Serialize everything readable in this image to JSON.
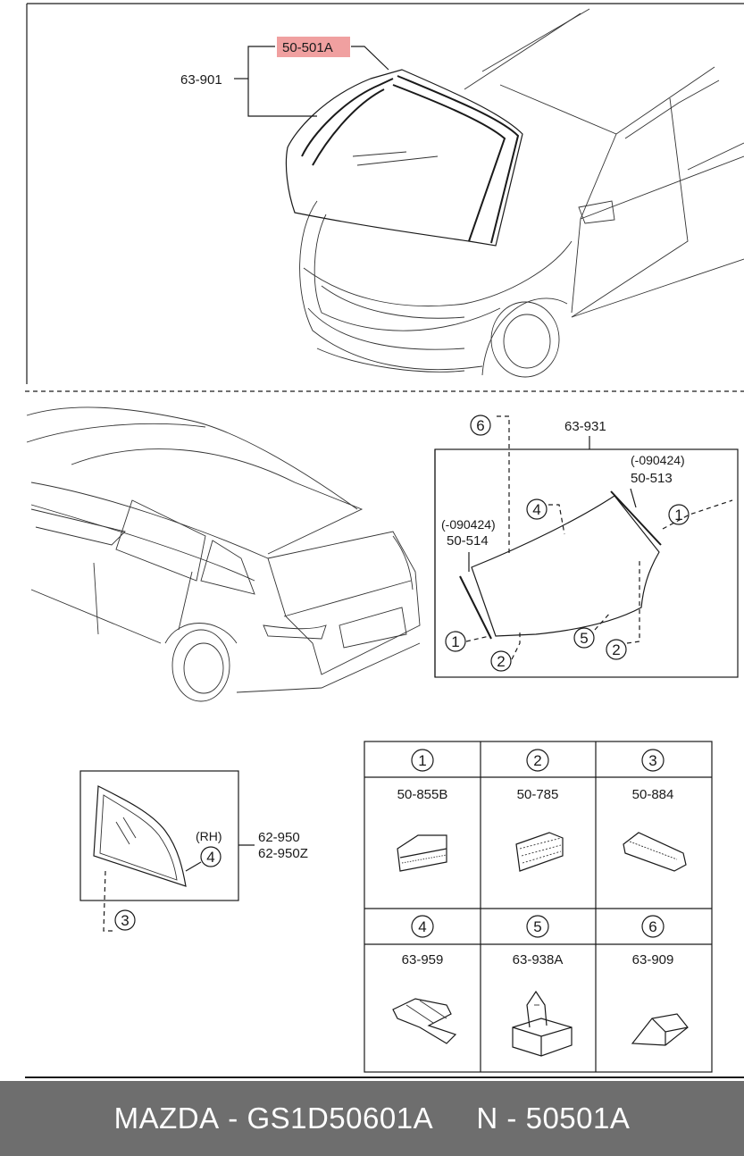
{
  "top_section": {
    "part_windshield_molding": "50-501A",
    "part_windshield": "63-901",
    "highlight_color": "#f0a0a0"
  },
  "rear_section": {
    "part_rear_glass": "63-931",
    "part_molding_right": "50-513",
    "part_molding_right_note": "(-090424)",
    "part_molding_left": "50-514",
    "part_molding_left_note": "(-090424)",
    "callouts": [
      "6",
      "4",
      "1",
      "1",
      "2",
      "5",
      "2"
    ]
  },
  "quarter_section": {
    "side_note": "(RH)",
    "callout_4": "4",
    "callout_3": "3",
    "part_quarter_1": "62-950",
    "part_quarter_2": "62-950Z"
  },
  "parts_table": {
    "cells": [
      {
        "num": "1",
        "part": "50-855B",
        "icon": "molding-clip-icon"
      },
      {
        "num": "2",
        "part": "50-785",
        "icon": "dam-tape-icon"
      },
      {
        "num": "3",
        "part": "50-884",
        "icon": "spacer-block-icon"
      },
      {
        "num": "4",
        "part": "63-959",
        "icon": "bracket-clip-icon"
      },
      {
        "num": "5",
        "part": "63-938A",
        "icon": "fastener-pin-icon"
      },
      {
        "num": "6",
        "part": "63-909",
        "icon": "stopper-block-icon"
      }
    ]
  },
  "footer": {
    "brand": "MAZDA",
    "separator": " - ",
    "oem_number": "GS1D50601A",
    "n_label": "N",
    "n_number": "50501A"
  }
}
